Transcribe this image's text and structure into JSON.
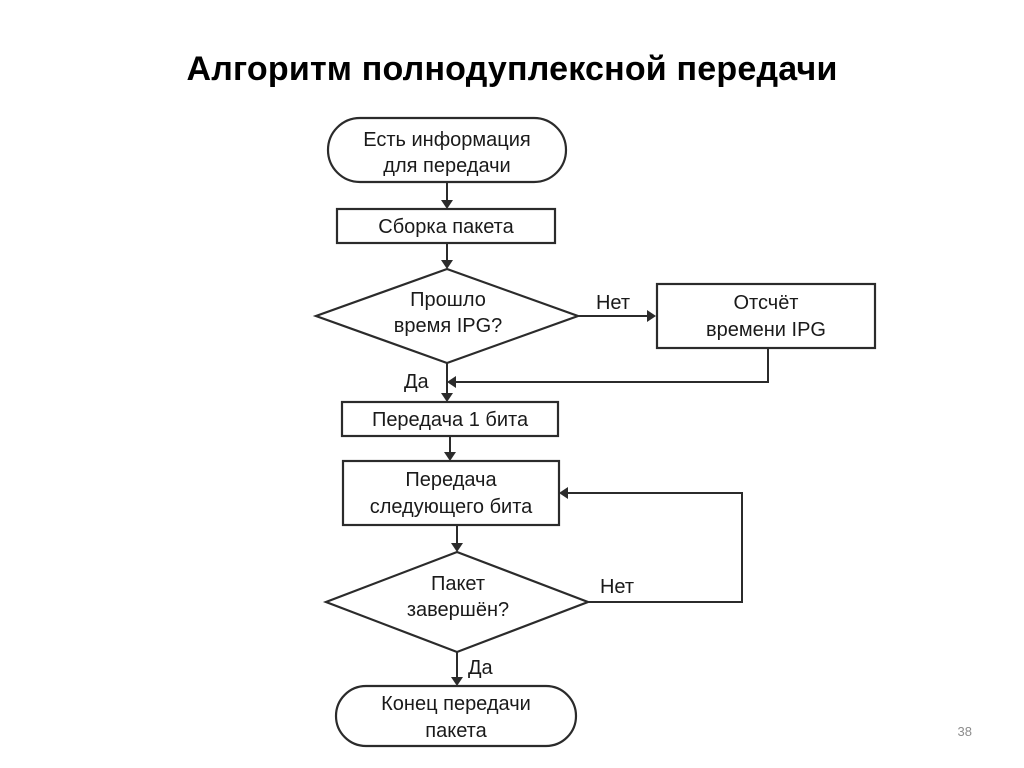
{
  "slide": {
    "title": "Алгоритм полнодуплексной передачи",
    "page_number": "38"
  },
  "flowchart": {
    "start": {
      "line1": "Есть информация",
      "line2": "для передачи"
    },
    "assemble": "Сборка пакета",
    "ipg_check": {
      "line1": "Прошло",
      "line2": "время IPG?"
    },
    "ipg_no_label": "Нет",
    "ipg_count": {
      "line1": "Отсчёт",
      "line2": "времени IPG"
    },
    "ipg_yes_label": "Да",
    "send_first": "Передача 1 бита",
    "send_next": {
      "line1": "Передача",
      "line2": "следующего бита"
    },
    "packet_check": {
      "line1": "Пакет",
      "line2": "завершён?"
    },
    "packet_no_label": "Нет",
    "packet_yes_label": "Да",
    "end": {
      "line1": "Конец передачи",
      "line2": "пакета"
    }
  }
}
